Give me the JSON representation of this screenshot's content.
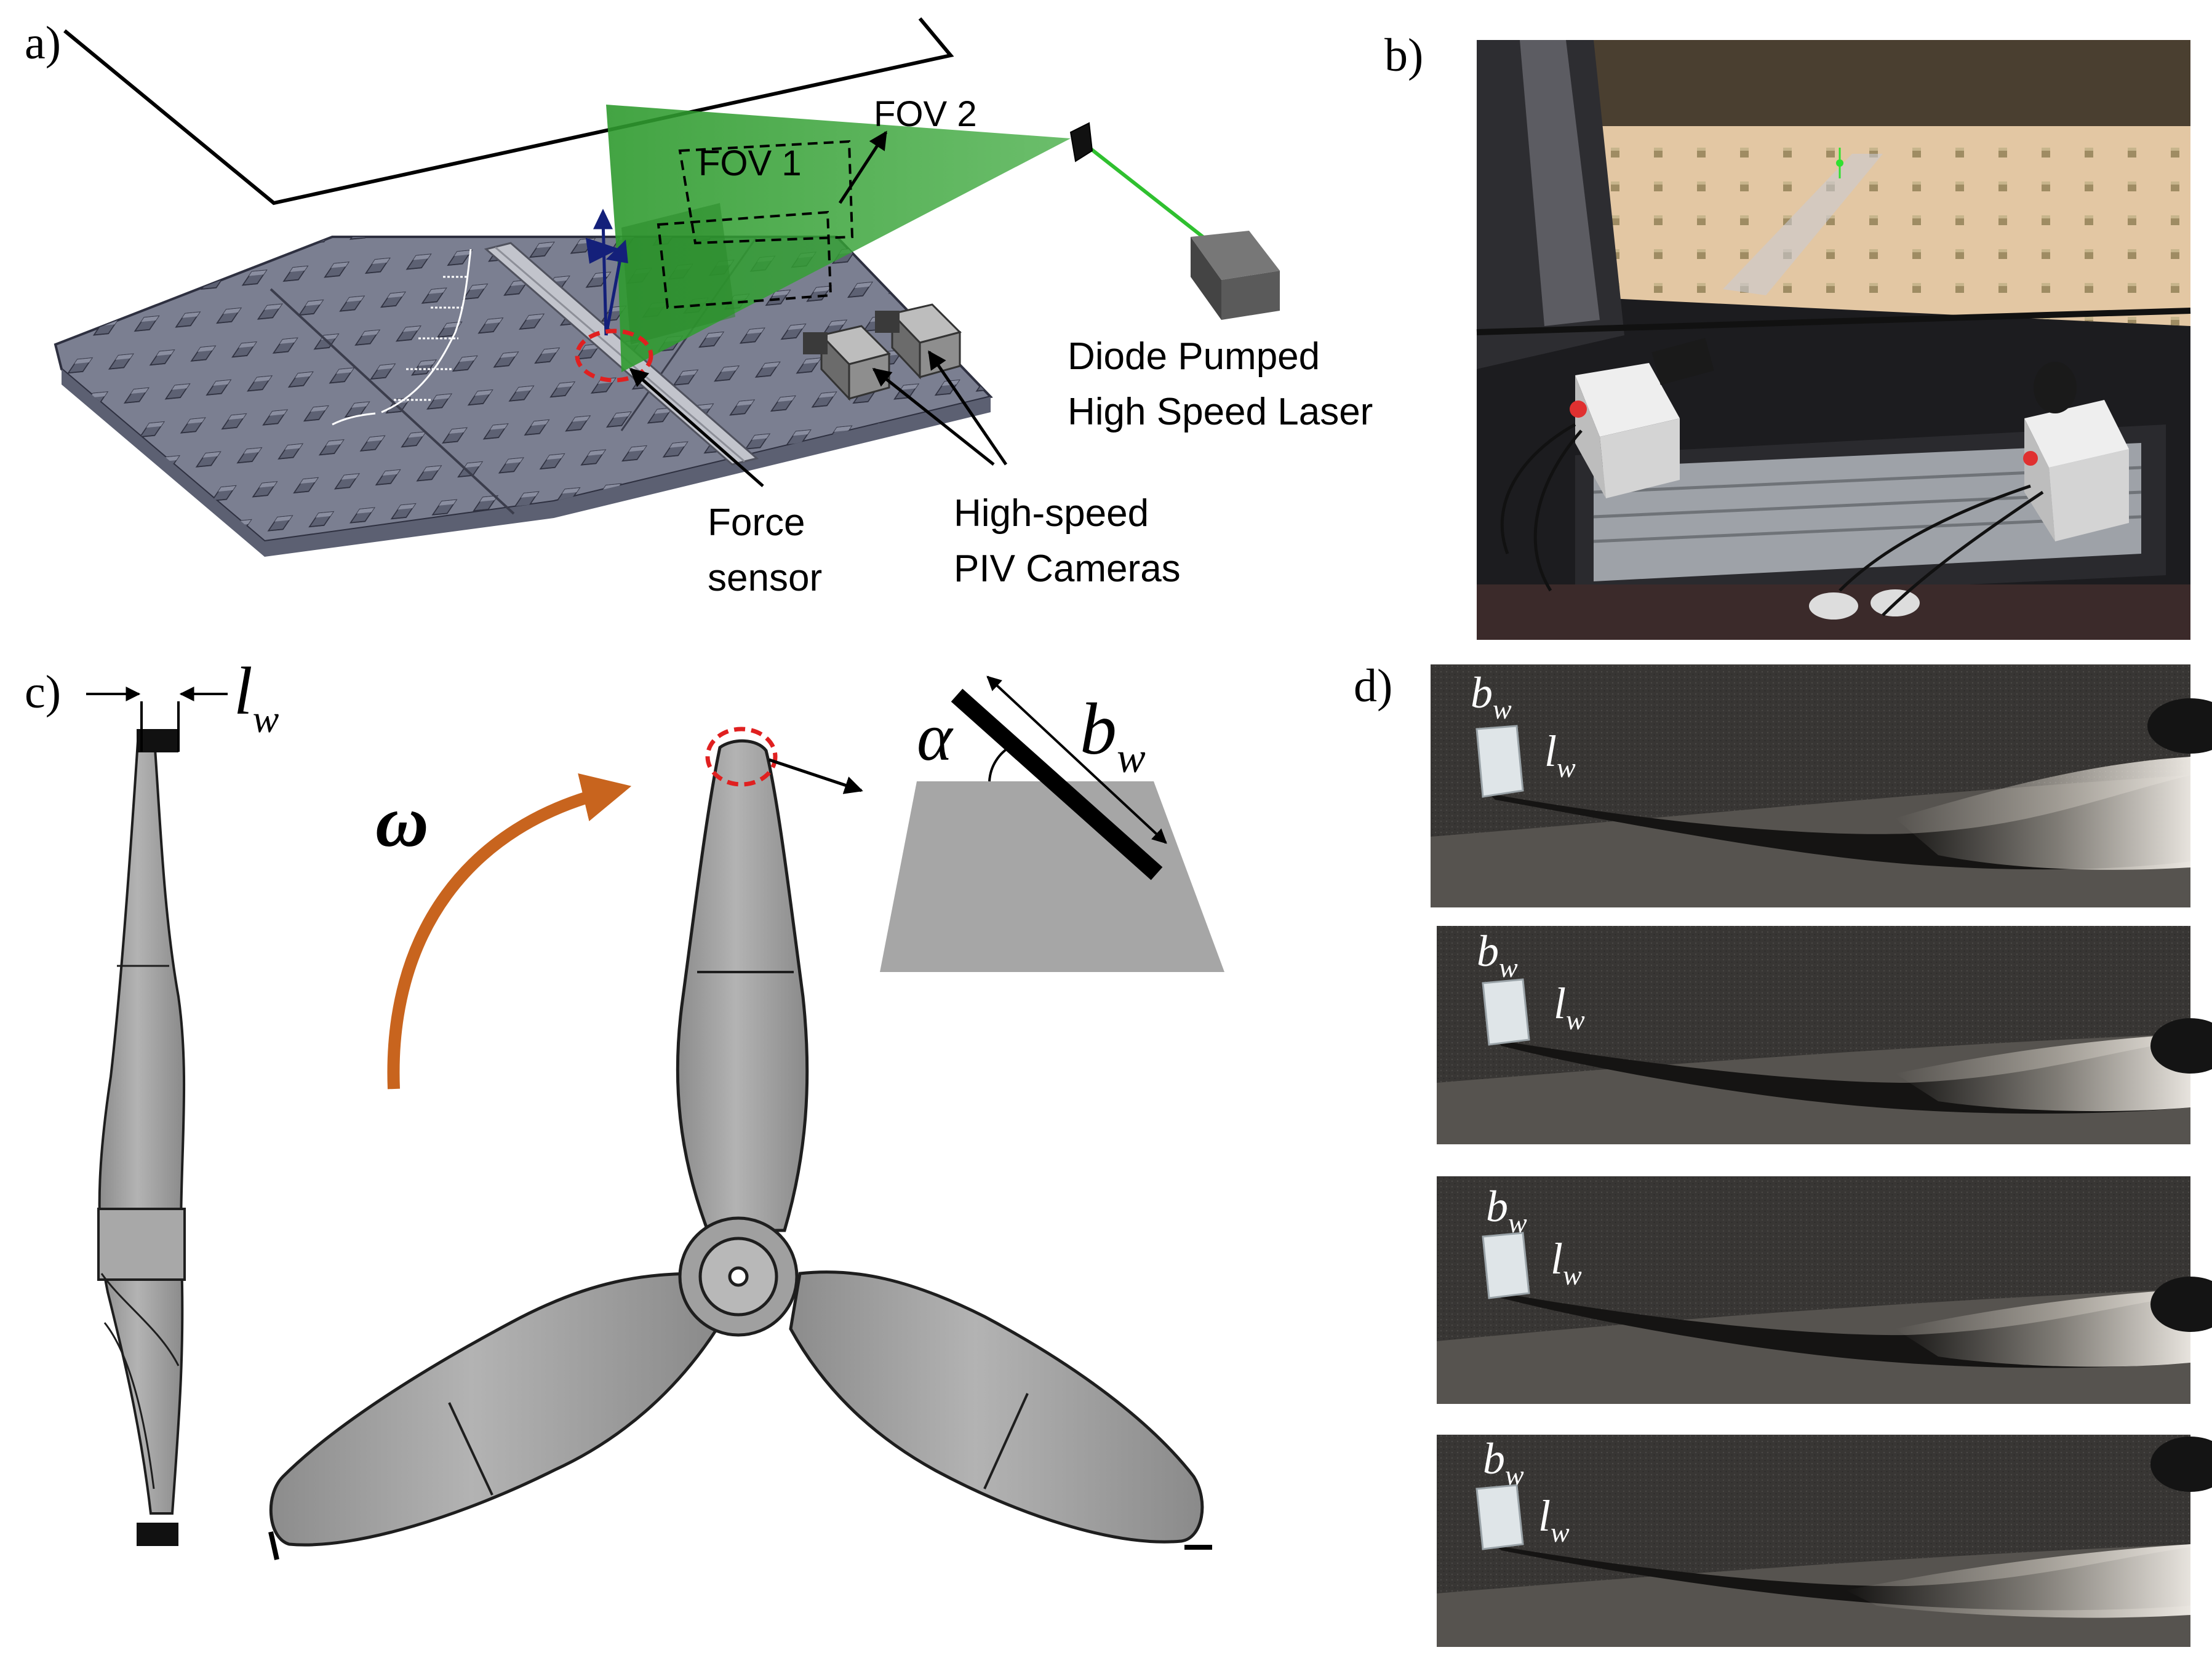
{
  "panels": {
    "a": {
      "label": "a)",
      "fov1": "FOV 1",
      "fov2": "FOV 2",
      "laser_line1": "Diode Pumped",
      "laser_line2": "High Speed Laser",
      "force_line1": "Force",
      "force_line2": "sensor",
      "cam_line1": "High-speed",
      "cam_line2": "PIV Cameras"
    },
    "b": {
      "label": "b)"
    },
    "c": {
      "label": "c)",
      "lw_base": "l",
      "lw_sub": "w",
      "omega": "ω",
      "alpha": "α",
      "bw_base": "b",
      "bw_sub": "w"
    },
    "d": {
      "label": "d)",
      "photos": [
        {
          "bw_base": "b",
          "bw_sub": "w",
          "lw_base": "l",
          "lw_sub": "w"
        },
        {
          "bw_base": "b",
          "bw_sub": "w",
          "lw_base": "l",
          "lw_sub": "w"
        },
        {
          "bw_base": "b",
          "bw_sub": "w",
          "lw_base": "l",
          "lw_sub": "w"
        },
        {
          "bw_base": "b",
          "bw_sub": "w",
          "lw_base": "l",
          "lw_sub": "w"
        }
      ]
    }
  },
  "colors": {
    "laser_sheet": "#2e9a2e",
    "plate": "#7b7f91",
    "block": "#6a6e80",
    "blade": "#9a9a9a",
    "arrow_omega": "#c8641e",
    "marker_red": "#e02020",
    "trapezoid": "#a6a6a6"
  }
}
